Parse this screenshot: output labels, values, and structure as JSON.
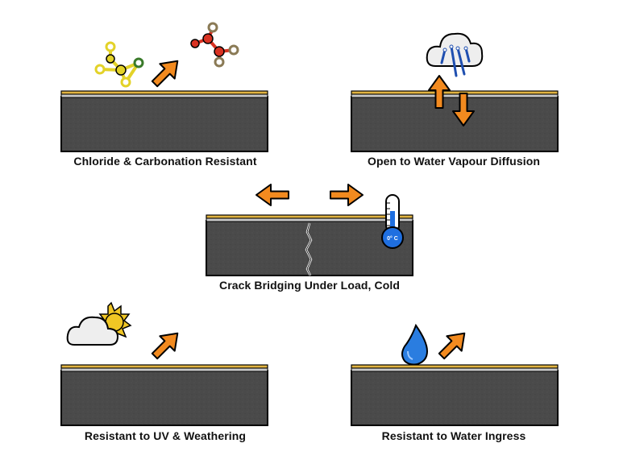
{
  "panels": [
    {
      "caption": "Chloride & Carbonation Resistant"
    },
    {
      "caption": "Open to Water Vapour Diffusion"
    },
    {
      "caption": "Crack Bridging Under Load, Cold"
    },
    {
      "caption": "Resistant to UV & Weathering"
    },
    {
      "caption": "Resistant to Water Ingress"
    }
  ],
  "thermometer": {
    "label": "0° C"
  },
  "colors": {
    "concrete": "#4a4a4a",
    "coating_yellow": "#e0b341",
    "coating_grey": "#c9c9c9",
    "arrow_orange": "#f28a1f",
    "outline": "#000000",
    "molecule_yellow": "#e3d228",
    "molecule_red": "#d93222",
    "cloud": "#eeeeee",
    "sun": "#f0c624",
    "water_blue": "#2a7de0",
    "thermometer_blue": "#1f6fe0"
  },
  "icons": [
    "molecule-icon",
    "cloud-icon",
    "sun-icon",
    "water-drop-icon",
    "thermometer-icon",
    "arrow-icon"
  ]
}
